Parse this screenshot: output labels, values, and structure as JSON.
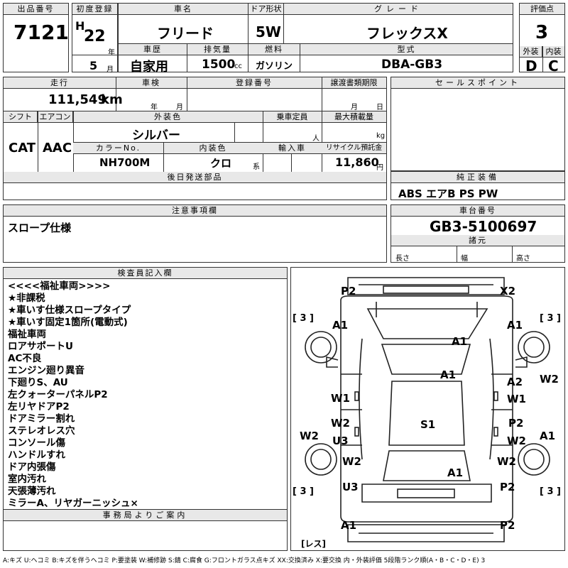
{
  "lot": {
    "label": "出品番号",
    "value": "7121"
  },
  "first_reg": {
    "label": "初度登録",
    "era": "H",
    "year": "22",
    "year_unit": "年",
    "month": "5",
    "month_unit": "月"
  },
  "car_name": {
    "label": "車名",
    "value": "フリード"
  },
  "doors": {
    "label": "ドア形状",
    "value": "5W"
  },
  "grade": {
    "label": "グレード",
    "value": "フレックスX"
  },
  "score": {
    "label": "評価点",
    "value": "3",
    "ext_label": "外装",
    "int_label": "内装",
    "ext_value": "D",
    "int_value": "C"
  },
  "history": {
    "label": "車歴",
    "value": "自家用"
  },
  "displacement": {
    "label": "排気量",
    "value": "1500",
    "unit": "cc"
  },
  "fuel": {
    "label": "燃料",
    "value": "ガソリン"
  },
  "model_code": {
    "label": "型式",
    "value": "DBA-GB3"
  },
  "mileage": {
    "label": "走行",
    "value": "111,549",
    "unit": "km"
  },
  "inspection": {
    "label": "車検",
    "year_unit": "年",
    "month_unit": "月"
  },
  "reg_no": {
    "label": "登録番号"
  },
  "transfer": {
    "label": "譲渡書類期限",
    "month_unit": "月",
    "day_unit": "日"
  },
  "sales_point": {
    "label": "セールスポイント"
  },
  "shift": {
    "label": "シフト",
    "value": "CAT"
  },
  "ac": {
    "label": "エアコン",
    "value": "AAC"
  },
  "exterior_color": {
    "label": "外装色",
    "value": "シルバー"
  },
  "capacity": {
    "label": "乗車定員",
    "unit": "人"
  },
  "max_load": {
    "label": "最大積載量",
    "unit": "kg"
  },
  "color_no": {
    "label": "カラーNo.",
    "value": "NH700M"
  },
  "interior_color": {
    "label": "内装色",
    "value": "クロ",
    "unit": "系"
  },
  "import": {
    "label": "輸入車"
  },
  "recycle": {
    "label": "リサイクル預託金",
    "value": "11,860",
    "unit": "円"
  },
  "later_parts": {
    "label": "後日発送部品"
  },
  "equipment": {
    "label": "純正装備",
    "value": "ABS エアB PS PW"
  },
  "caution": {
    "label": "注意事項欄",
    "value": "スロープ仕様"
  },
  "chassis": {
    "label": "車台番号",
    "value": "GB3-5100697"
  },
  "dimensions": {
    "label": "諸元",
    "length": "長さ",
    "width": "幅",
    "height": "高さ"
  },
  "inspector": {
    "label": "検査員記入欄",
    "notes": [
      "<<<<福祉車両>>>>",
      "★非課税",
      "★車いす仕様スロープタイプ",
      "★車いす固定1箇所(電動式)",
      "福祉車両",
      "ロアサポートU",
      "AC不良",
      "エンジン廻り異音",
      "下廻りS、AU",
      "左クォーターパネルP2",
      "左リヤドアP2",
      "ドアミラー割れ",
      "ステレオレス穴",
      "コンソール傷",
      "ハンドルすれ",
      "ドア内張傷",
      "室内汚れ",
      "天張薄汚れ",
      "ミラーA、リヤガーニッシュ×"
    ]
  },
  "office": {
    "label": "事務局よりご案内"
  },
  "diagram": {
    "tire_labels": [
      "[ 3 ]",
      "[ 3 ]",
      "[ 3 ]",
      "[ 3 ]"
    ],
    "spare_label": "[レス]",
    "damage": {
      "p2_top": "P2",
      "x2_top": "X2",
      "a1_fl": "A1",
      "a1_fr": "A1",
      "a1_hood": "A1",
      "a1_wind": "A1",
      "w1_l": "W1",
      "a2_r": "A2",
      "w1_r": "W1",
      "w2_rr": "W2",
      "w2_l": "W2",
      "s1": "S1",
      "p2_r": "P2",
      "w2_ll": "W2",
      "u3_l": "U3",
      "w2_r2": "W2",
      "a1_rr": "A1",
      "w2_l3": "W2",
      "w2_r3": "W2",
      "a1_roof": "A1",
      "u3_l2": "U3",
      "p2_r2": "P2",
      "a1_bl": "A1",
      "p2_br": "P2"
    }
  },
  "legend": "A:キズ U:ヘコミ B:キズを伴うヘコミ P:要塗装 W:補修跡 S:錆 C:腐食 G:フロントガラス点キズ XX:交換済み X:要交換 内・外装評価 5段階ランク順(A・B・C・D・E) 3"
}
